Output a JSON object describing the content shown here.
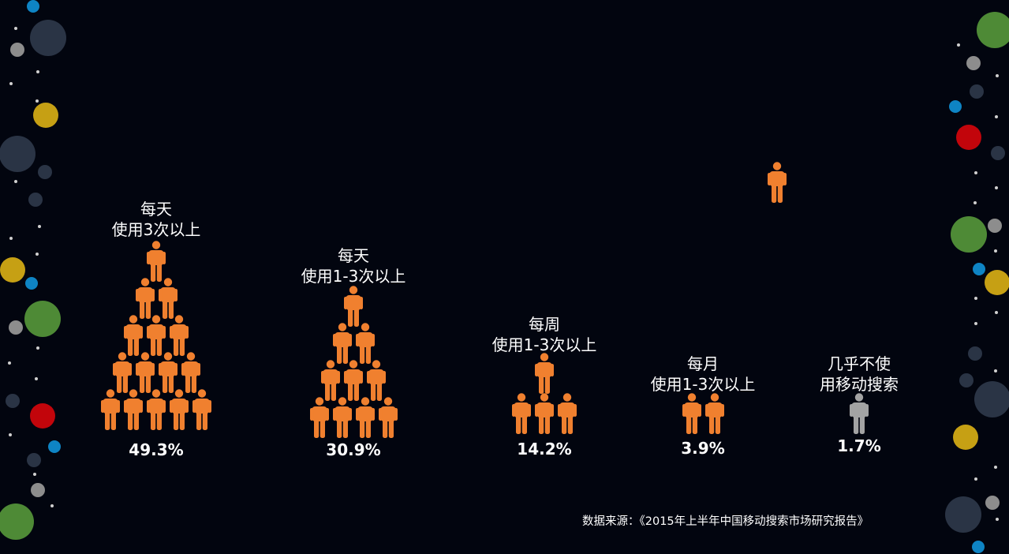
{
  "colors": {
    "background": "#02050f",
    "person_active": "#f0802f",
    "person_inactive": "#a3a3a3",
    "text": "#ffffff"
  },
  "chart_data": {
    "type": "pictogram",
    "icon": "person-icon",
    "categories": [
      {
        "line1": "每天",
        "line2": "使用3次以上",
        "value": 49.3,
        "label": "49.3%",
        "icons": 15
      },
      {
        "line1": "每天",
        "line2": "使用1-3次以上",
        "value": 30.9,
        "label": "30.9%",
        "icons": 10
      },
      {
        "line1": "每周",
        "line2": "使用1-3次以上",
        "value": 14.2,
        "label": "14.2%",
        "icons": 4
      },
      {
        "line1": "每月",
        "line2": "使用1-3次以上",
        "value": 3.9,
        "label": "3.9%",
        "icons": 2
      },
      {
        "line1": "几乎不使",
        "line2": "用移动搜索",
        "value": 1.7,
        "label": "1.7%",
        "icons": 1,
        "inactive": true
      }
    ]
  },
  "source_note": "数据来源：《2015年上半年中国移动搜索市场研究报告》"
}
